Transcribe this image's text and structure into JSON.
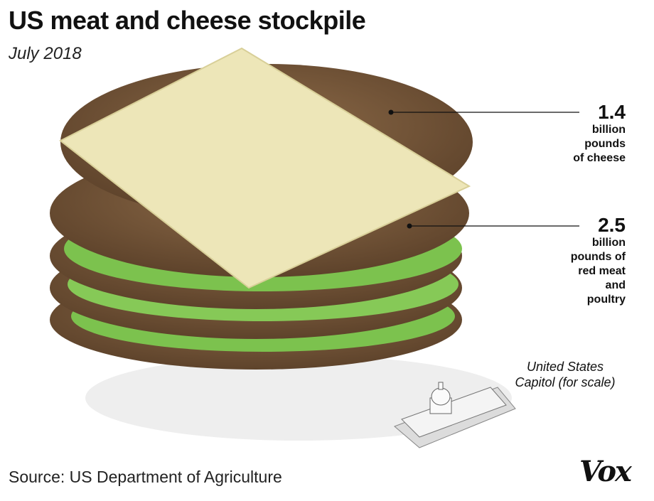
{
  "title": "US meat and cheese stockpile",
  "subtitle": "July 2018",
  "cheese": {
    "value": "1.4",
    "text": [
      "billion",
      "pounds",
      "of cheese"
    ]
  },
  "meat": {
    "value": "2.5",
    "text": [
      "billion",
      "pounds of",
      "red meat",
      "and",
      "poultry"
    ]
  },
  "capitol_note": [
    "United States",
    "Capitol (for scale)"
  ],
  "source": "Source: US Department of Agriculture",
  "logo": "Vox",
  "colors": {
    "patty": "#7a5a3c",
    "lettuce": "#7cc24e",
    "cheese": "#ede6b8"
  }
}
